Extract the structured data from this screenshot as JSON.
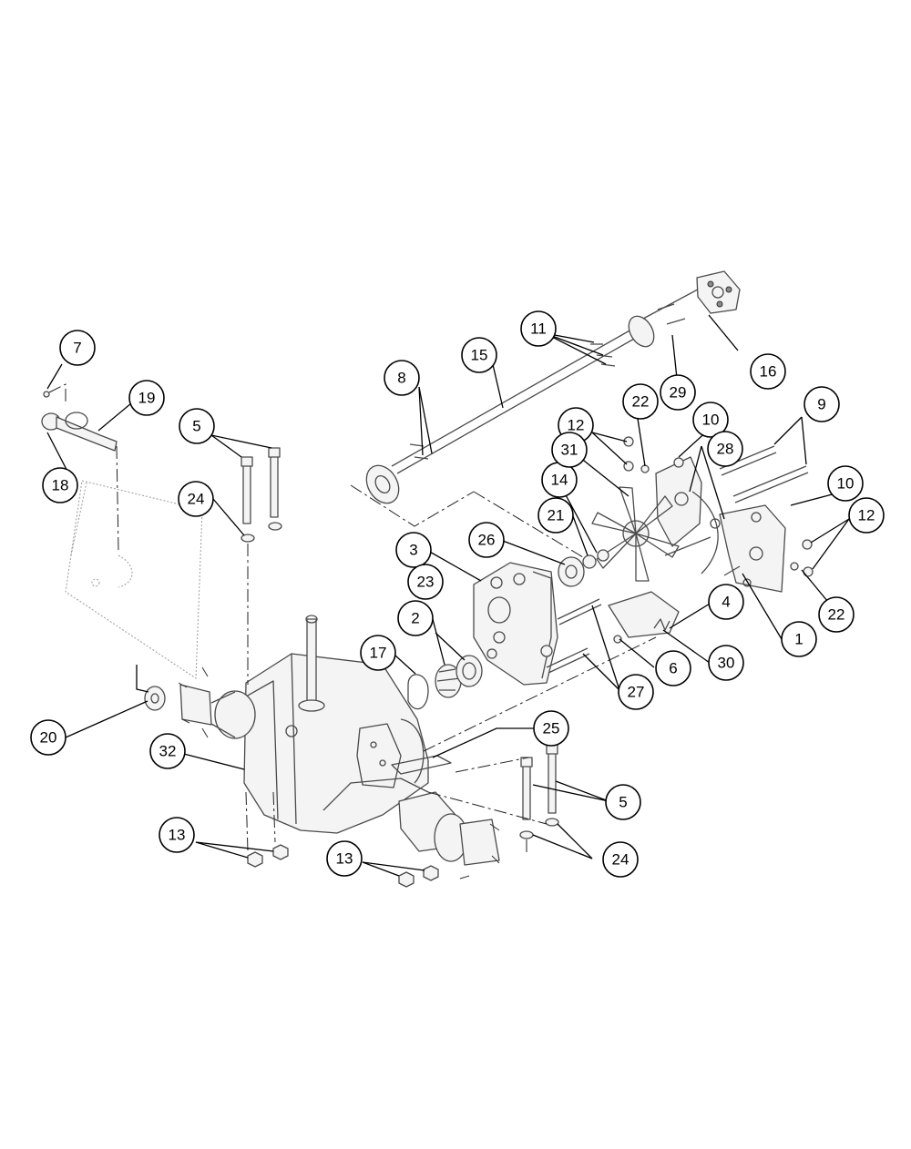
{
  "callouts": [
    {
      "id": "c1",
      "label": "1"
    },
    {
      "id": "c2",
      "label": "2"
    },
    {
      "id": "c3",
      "label": "3"
    },
    {
      "id": "c4",
      "label": "4"
    },
    {
      "id": "c5a",
      "label": "5"
    },
    {
      "id": "c5b",
      "label": "5"
    },
    {
      "id": "c6",
      "label": "6"
    },
    {
      "id": "c7",
      "label": "7"
    },
    {
      "id": "c8",
      "label": "8"
    },
    {
      "id": "c9",
      "label": "9"
    },
    {
      "id": "c10a",
      "label": "10"
    },
    {
      "id": "c10b",
      "label": "10"
    },
    {
      "id": "c11",
      "label": "11"
    },
    {
      "id": "c12a",
      "label": "12"
    },
    {
      "id": "c12b",
      "label": "12"
    },
    {
      "id": "c13a",
      "label": "13"
    },
    {
      "id": "c13b",
      "label": "13"
    },
    {
      "id": "c14",
      "label": "14"
    },
    {
      "id": "c15",
      "label": "15"
    },
    {
      "id": "c16",
      "label": "16"
    },
    {
      "id": "c17",
      "label": "17"
    },
    {
      "id": "c18",
      "label": "18"
    },
    {
      "id": "c19",
      "label": "19"
    },
    {
      "id": "c20",
      "label": "20"
    },
    {
      "id": "c21",
      "label": "21"
    },
    {
      "id": "c22a",
      "label": "22"
    },
    {
      "id": "c22b",
      "label": "22"
    },
    {
      "id": "c23",
      "label": "23"
    },
    {
      "id": "c24a",
      "label": "24"
    },
    {
      "id": "c24b",
      "label": "24"
    },
    {
      "id": "c25",
      "label": "25"
    },
    {
      "id": "c26",
      "label": "26"
    },
    {
      "id": "c27",
      "label": "27"
    },
    {
      "id": "c28",
      "label": "28"
    },
    {
      "id": "c29",
      "label": "29"
    },
    {
      "id": "c30",
      "label": "30"
    },
    {
      "id": "c31",
      "label": "31"
    },
    {
      "id": "c32",
      "label": "32"
    }
  ]
}
